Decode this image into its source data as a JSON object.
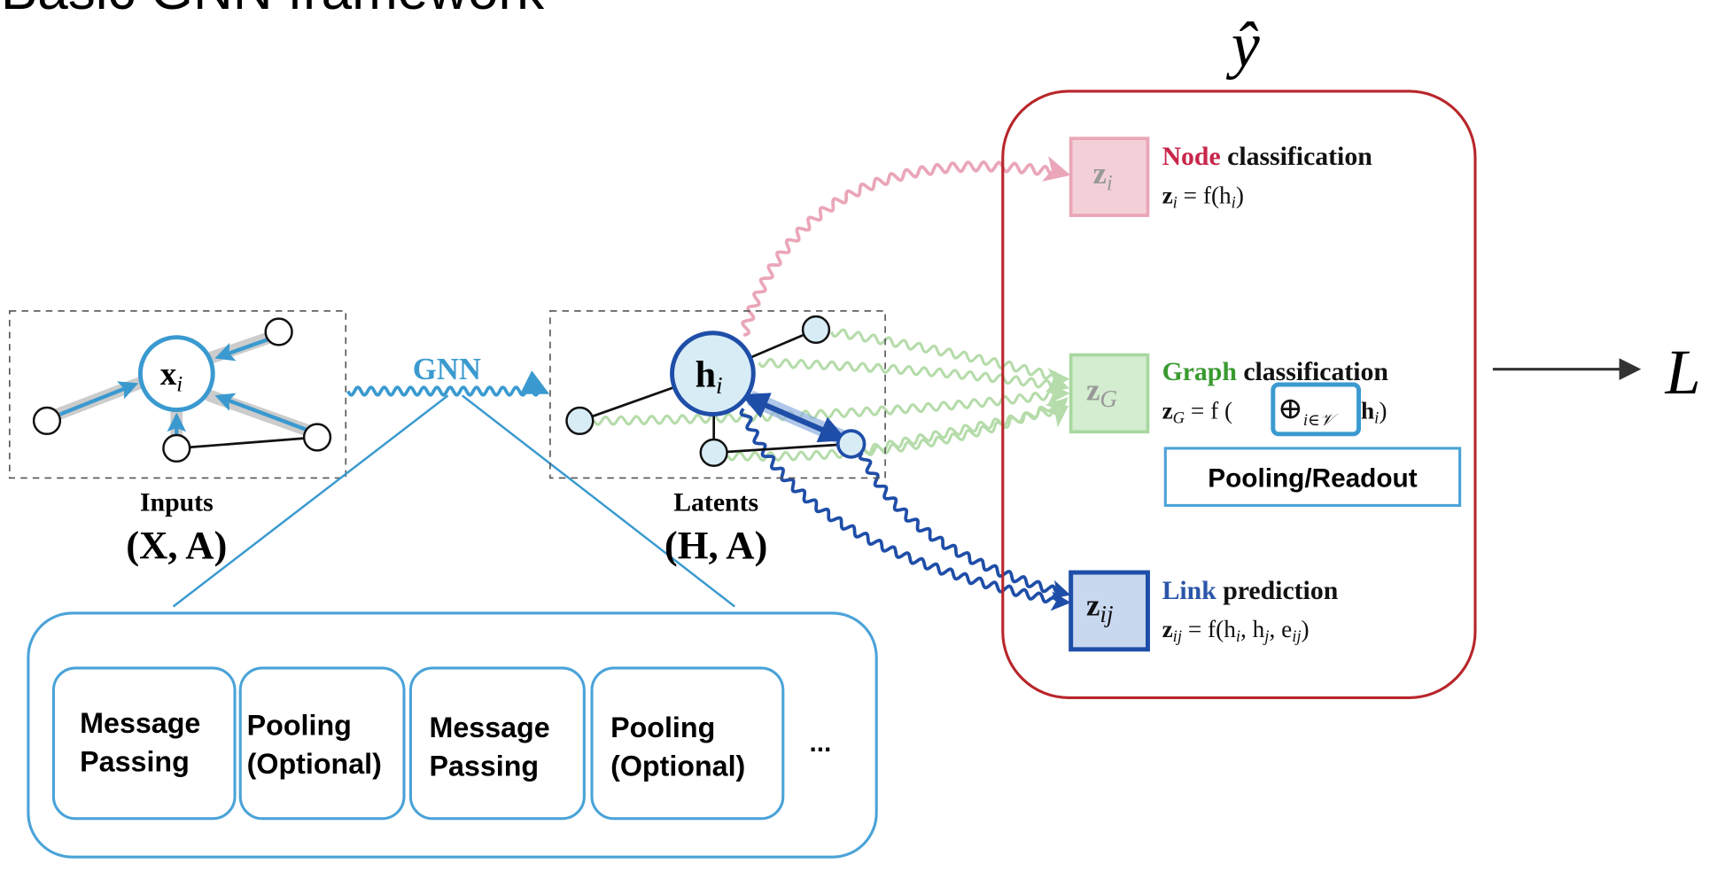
{
  "title": "Basic GNN framework",
  "output_symbol": "ŷ",
  "loss_symbol": "L",
  "colors": {
    "output_box": "#b8262b",
    "gnn_blue": "#3a9ad0",
    "node_red": "#c8254a",
    "graph_green": "#3a9a30",
    "link_blue": "#2a55a8",
    "pink_wave": "#eaa6b8",
    "green_wave": "#b5dcaa",
    "dark_blue_wave": "#1f4ea8"
  },
  "inputs": {
    "center_node": {
      "main": "x",
      "sub": "i"
    },
    "label": "Inputs",
    "tuple": "(X, A)"
  },
  "gnn_label": "GNN",
  "latents": {
    "center_node": {
      "main": "h",
      "sub": "i"
    },
    "label": "Latents",
    "tuple": "(H, A)"
  },
  "tasks": {
    "node": {
      "box": {
        "main": "z",
        "sub": "i"
      },
      "keyword": "Node",
      "rest": " classification",
      "formula": {
        "lhs": "z",
        "lhs_sub": "i",
        "mid": " = f(h",
        "mid_sub": "i",
        "end": ")"
      }
    },
    "graph": {
      "box": {
        "main": "z",
        "sub": "G"
      },
      "keyword": "Graph",
      "rest": " classification",
      "formula": {
        "lhs": "z",
        "lhs_sub": "G",
        "mid": " = f (",
        "op": "⊕",
        "op_sub": "i∈𝒱",
        "h": "h",
        "h_sub": "i",
        "end": ")"
      },
      "readout_label": "Pooling/Readout"
    },
    "link": {
      "box": {
        "main": "z",
        "sub": "ij"
      },
      "keyword": "Link",
      "rest": " prediction",
      "formula": {
        "lhs": "z",
        "lhs_sub": "ij",
        "mid": " = f(h",
        "s1": "i",
        "c1": ", h",
        "s2": "j",
        "c2": ", e",
        "s3": "ij",
        "end": ")"
      }
    }
  },
  "pipeline": {
    "stages": [
      {
        "line1": "Message",
        "line2": "Passing"
      },
      {
        "line1": "Pooling",
        "line2": "(Optional)"
      },
      {
        "line1": "Message",
        "line2": "Passing"
      },
      {
        "line1": "Pooling",
        "line2": "(Optional)"
      }
    ],
    "ellipsis": "..."
  }
}
